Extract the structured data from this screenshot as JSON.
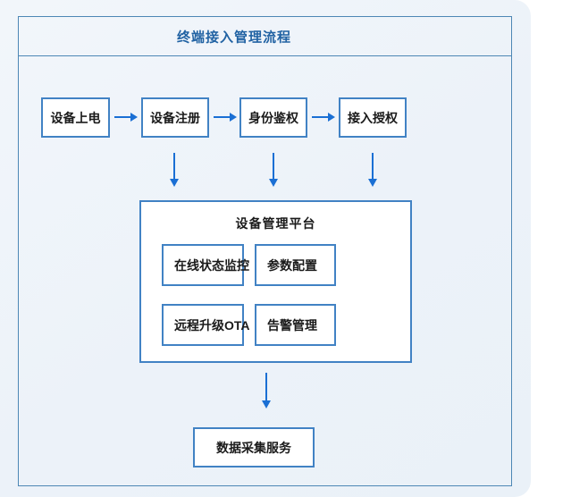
{
  "diagram": {
    "title": "终端接入管理流程",
    "steps": [
      "设备上电",
      "设备注册",
      "身份鉴权",
      "接入授权"
    ],
    "platform": {
      "title": "设备管理平台",
      "modules": [
        "在线状态监控",
        "参数配置",
        "远程升级OTA",
        "告警管理"
      ]
    },
    "sink": "数据采集服务",
    "colors": {
      "panel_bg": "#edf2f9",
      "frame_border": "#4d87b5",
      "node_border": "#4182c4",
      "arrow": "#1a6fd4",
      "title_text": "#2162a3",
      "node_text": "#1a1a1a"
    }
  }
}
